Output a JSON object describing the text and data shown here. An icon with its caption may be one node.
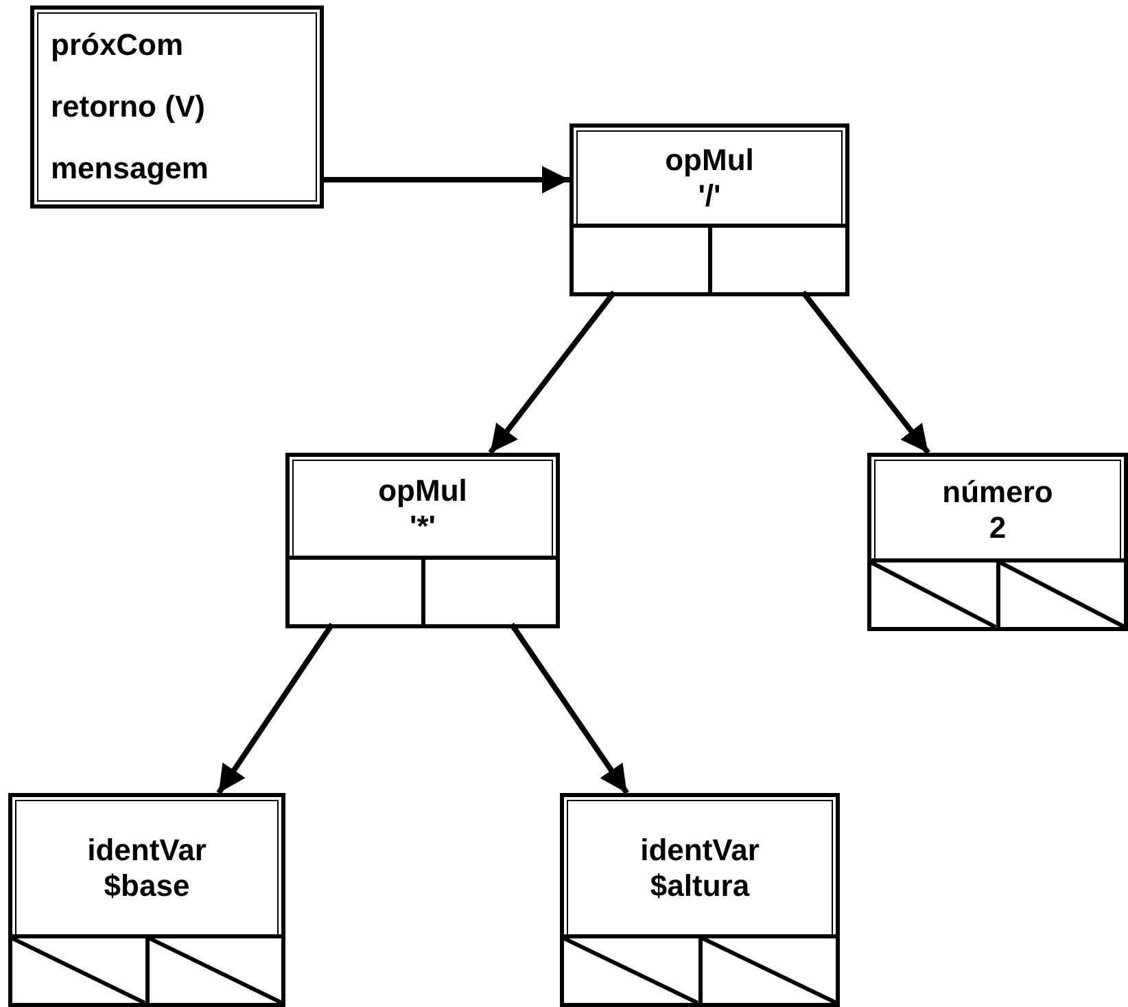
{
  "diagram": {
    "nodes": [
      {
        "text": [
          "próxCom",
          "retorno (V)",
          "mensagem"
        ]
      },
      {
        "text": [
          "opMul",
          "'/'"
        ]
      },
      {
        "text": [],
        "shape": "box",
        "in": 1
      },
      {
        "text": [],
        "shape": "box",
        "in": 1
      },
      {
        "text": [
          "opMul",
          "'*'"
        ]
      },
      {
        "text": [],
        "shape": "box",
        "in": 4
      },
      {
        "text": [],
        "shape": "box",
        "in": 4
      },
      {
        "text": [
          "número",
          "2"
        ]
      },
      {
        "text": [],
        "shape": "slashed",
        "in": 7
      },
      {
        "text": [],
        "shape": "slashed",
        "in": 7
      },
      {
        "text": [
          "identVar",
          "$base"
        ]
      },
      {
        "text": [],
        "shape": "slashed",
        "in": 10
      },
      {
        "text": [],
        "shape": "slashed",
        "in": 10
      },
      {
        "text": [
          "identVar",
          "$altura"
        ]
      },
      {
        "text": [],
        "shape": "slashed",
        "in": 13
      },
      {
        "text": [],
        "shape": "slashed",
        "in": 13
      }
    ],
    "edges": [
      {
        "from": 0,
        "to": 1,
        "arrow": "to"
      },
      {
        "from": 2,
        "to": 4,
        "arrow": "to"
      },
      {
        "from": 3,
        "to": 7,
        "arrow": "to"
      },
      {
        "from": 5,
        "to": 10,
        "arrow": "to"
      },
      {
        "from": 6,
        "to": 13,
        "arrow": "to"
      }
    ]
  }
}
